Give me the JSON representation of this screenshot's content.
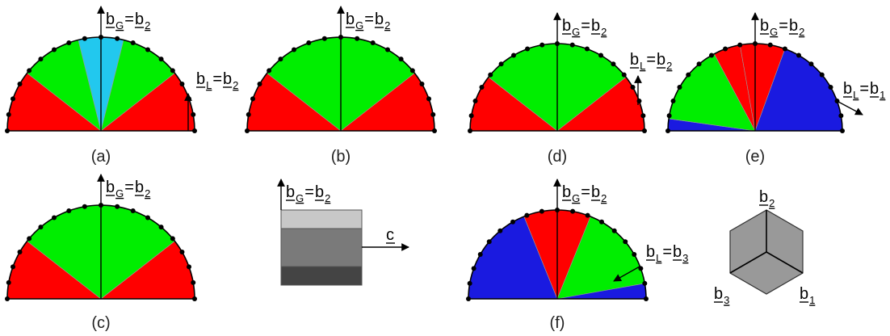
{
  "colors": {
    "red": "#ff0000",
    "green": "#00ee00",
    "cyan": "#22c8ee",
    "blue": "#1a1ae0",
    "layer_top": "#c8c8c8",
    "layer_mid": "#7a7a7a",
    "layer_bot": "#444444",
    "hexagon": "#999999"
  },
  "panels": [
    {
      "id": "a",
      "caption": "(a)",
      "global_label": {
        "base": "b",
        "sub": "G",
        "rhs_base": "b",
        "rhs_sub": "2"
      },
      "local_label": {
        "base": "b",
        "sub": "L",
        "rhs_base": "b",
        "rhs_sub": "2"
      },
      "sectors": [
        "red",
        "green",
        "cyan",
        "green",
        "red"
      ]
    },
    {
      "id": "b",
      "caption": "(b)",
      "global_label": {
        "base": "b",
        "sub": "G",
        "rhs_base": "b",
        "rhs_sub": "2"
      },
      "sectors": [
        "red",
        "green",
        "green",
        "red"
      ]
    },
    {
      "id": "d",
      "caption": "(d)",
      "global_label": {
        "base": "b",
        "sub": "G",
        "rhs_base": "b",
        "rhs_sub": "2"
      },
      "local_label": {
        "base": "b",
        "sub": "L",
        "rhs_base": "b",
        "rhs_sub": "2"
      },
      "sectors": [
        "red",
        "green",
        "green",
        "red"
      ]
    },
    {
      "id": "e",
      "caption": "(e)",
      "global_label": {
        "base": "b",
        "sub": "G",
        "rhs_base": "b",
        "rhs_sub": "2"
      },
      "local_label": {
        "base": "b",
        "sub": "L",
        "rhs_base": "b",
        "rhs_sub": "1"
      },
      "sectors": [
        "blue",
        "green",
        "red",
        "red",
        "blue"
      ]
    },
    {
      "id": "c",
      "caption": "(c)",
      "global_label": {
        "base": "b",
        "sub": "G",
        "rhs_base": "b",
        "rhs_sub": "2"
      },
      "sectors": [
        "red",
        "green",
        "green",
        "red"
      ]
    },
    {
      "id": "f",
      "caption": "(f)",
      "global_label": {
        "base": "b",
        "sub": "G",
        "rhs_base": "b",
        "rhs_sub": "2"
      },
      "local_label": {
        "base": "b",
        "sub": "L",
        "rhs_base": "b",
        "rhs_sub": "3"
      },
      "sectors": [
        "blue",
        "red",
        "red",
        "green",
        "blue"
      ]
    }
  ],
  "layer_block": {
    "global_label": {
      "base": "b",
      "sub": "G",
      "rhs_base": "b",
      "rhs_sub": "2"
    },
    "axis_label": "c"
  },
  "hexagon": {
    "top": {
      "base": "b",
      "sub": "2"
    },
    "left": {
      "base": "b",
      "sub": "3"
    },
    "right": {
      "base": "b",
      "sub": "1"
    }
  }
}
